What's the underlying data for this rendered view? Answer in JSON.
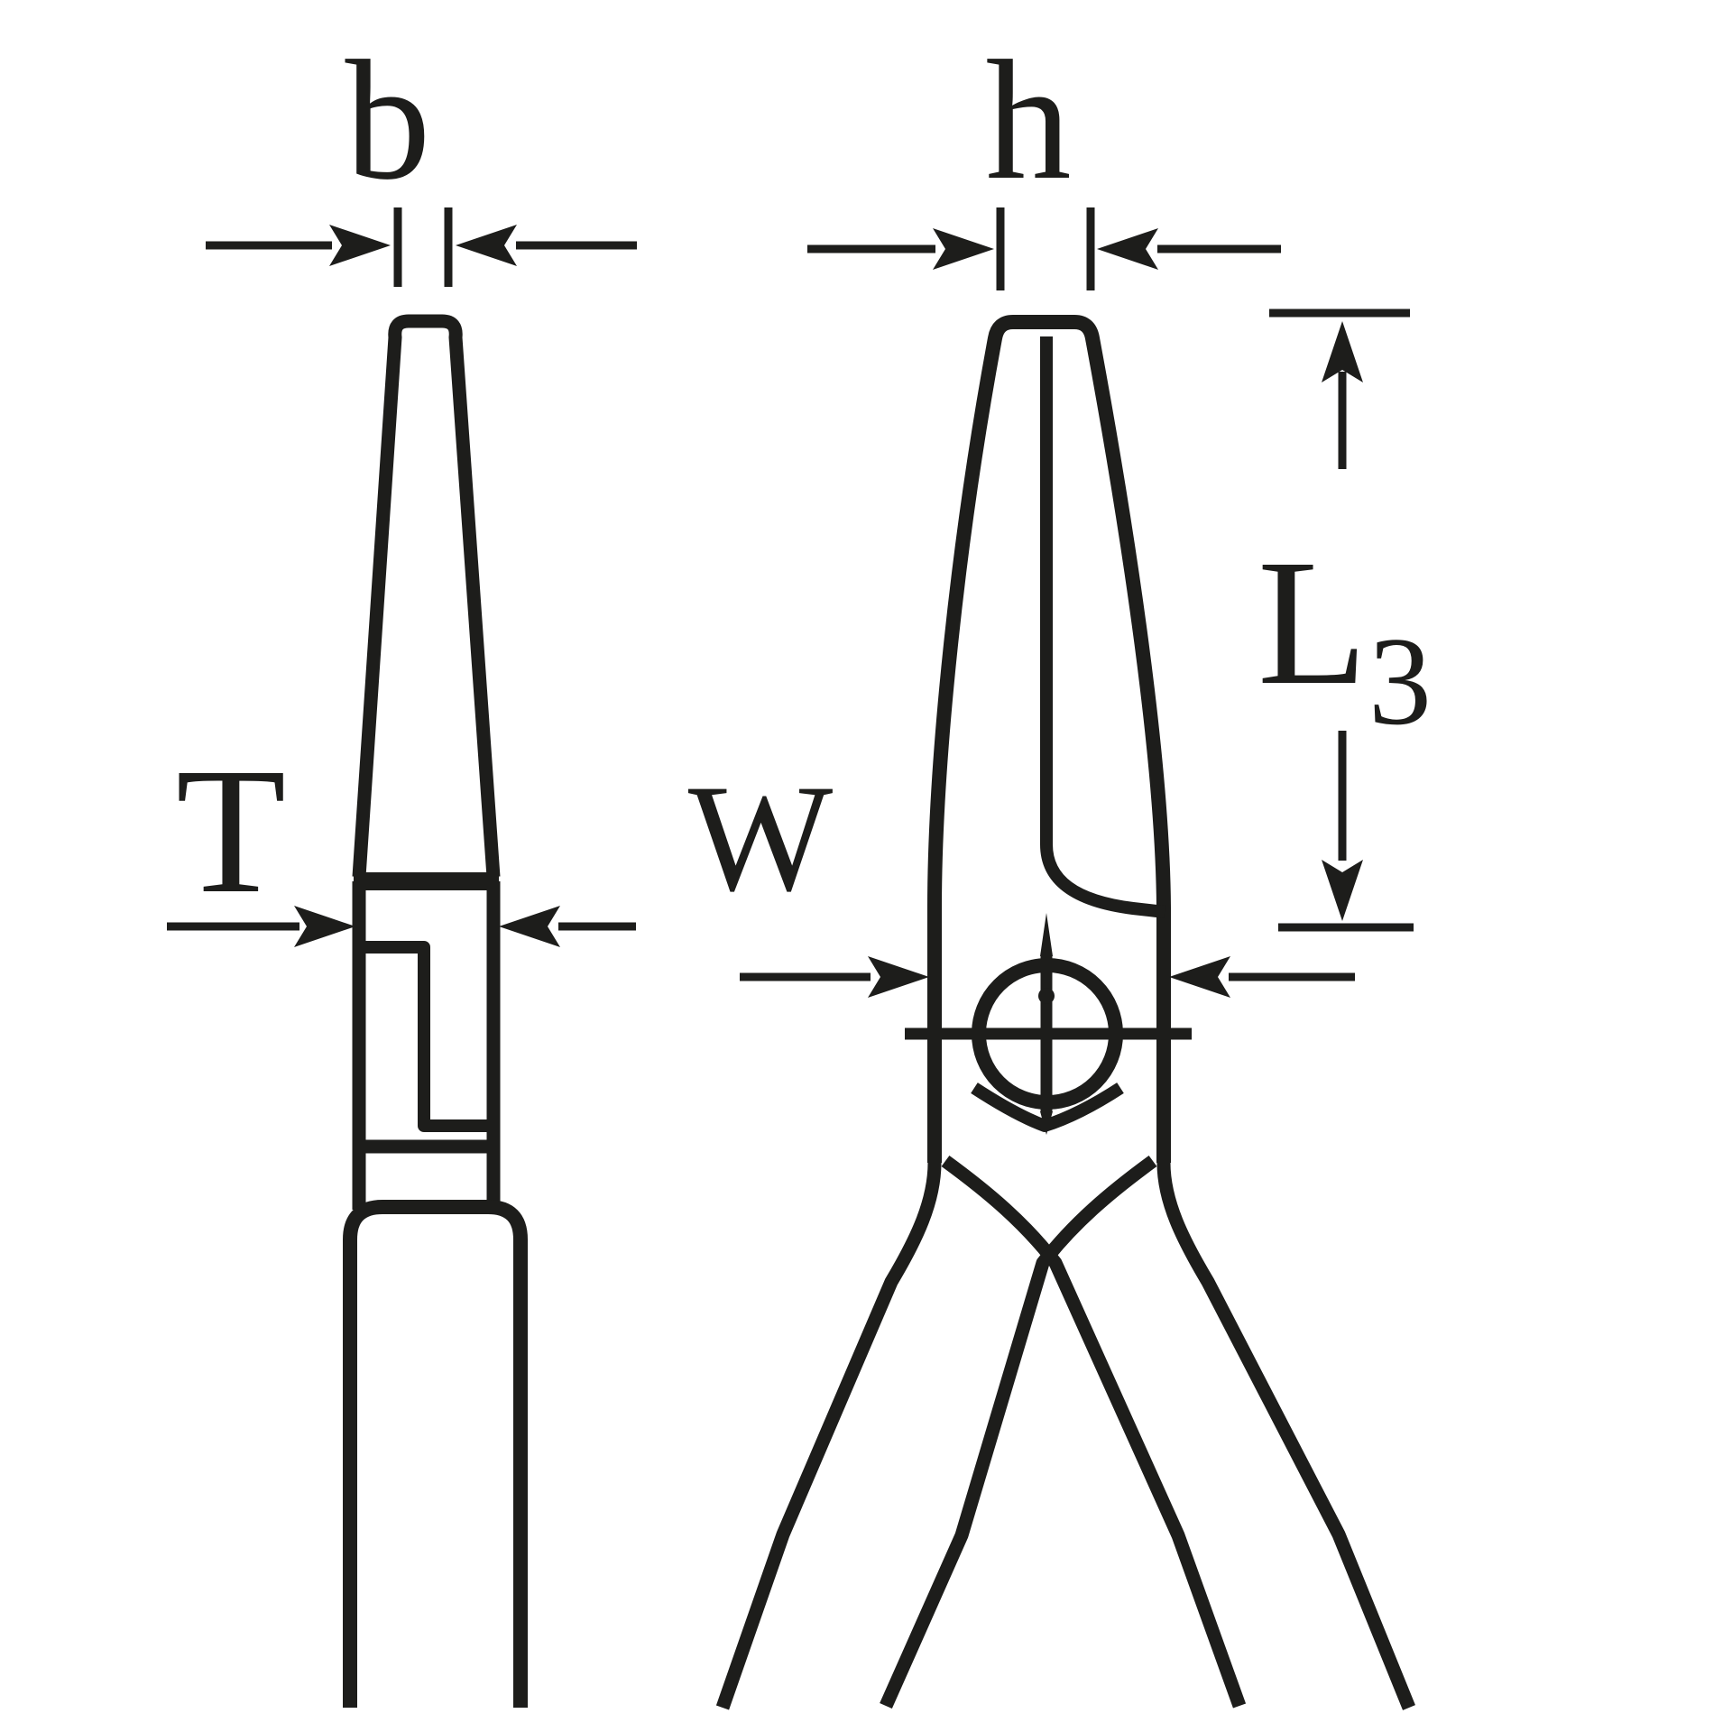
{
  "diagram": {
    "title": "Pliers dimension drawing",
    "views": {
      "left": "side view of pliers jaw, joint and handle",
      "right": "front view of pliers with pivot rivet and split handles"
    }
  },
  "colors": {
    "ink": "#1d1d1b",
    "background": "#ffffff"
  },
  "labels": {
    "b": "b",
    "h": "h",
    "T": "T",
    "W": "W",
    "L_main": "L",
    "L_sub": "3"
  }
}
